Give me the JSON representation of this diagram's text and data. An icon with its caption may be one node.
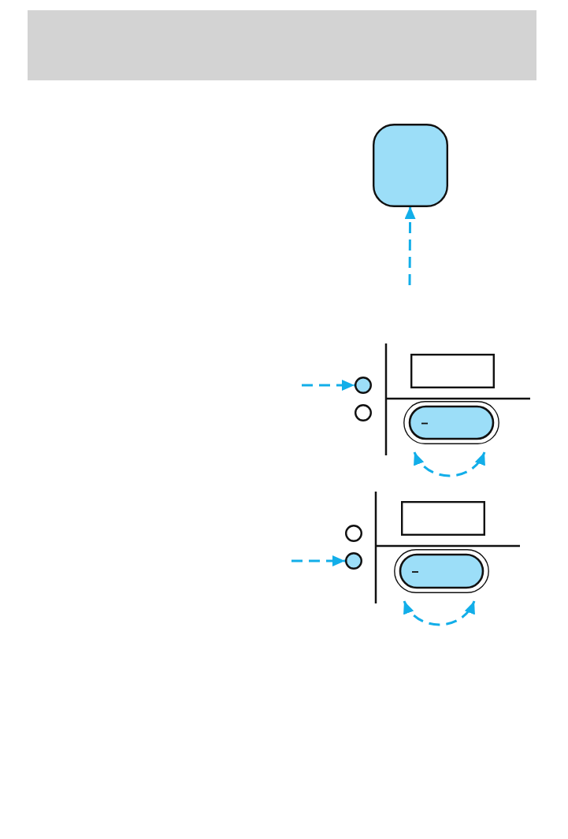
{
  "diagram": {
    "nodes": [
      {
        "text": [],
        "shape": "box"
      },
      {
        "text": [],
        "shape": "circle"
      },
      {
        "text": [],
        "shape": "circle"
      },
      {
        "text": [],
        "shape": "box"
      },
      {
        "text": [],
        "shape": "button"
      },
      {
        "text": [],
        "shape": "circle"
      },
      {
        "text": [],
        "shape": "circle"
      },
      {
        "text": [],
        "shape": "box"
      },
      {
        "text": [],
        "shape": "button"
      }
    ],
    "edges": [
      {
        "from": null,
        "to": 0,
        "arrow": "to",
        "style": "dashed"
      },
      {
        "from": null,
        "to": 1,
        "arrow": "to",
        "style": "dashed"
      },
      {
        "from": null,
        "to": 6,
        "arrow": "to",
        "style": "dashed"
      }
    ]
  }
}
